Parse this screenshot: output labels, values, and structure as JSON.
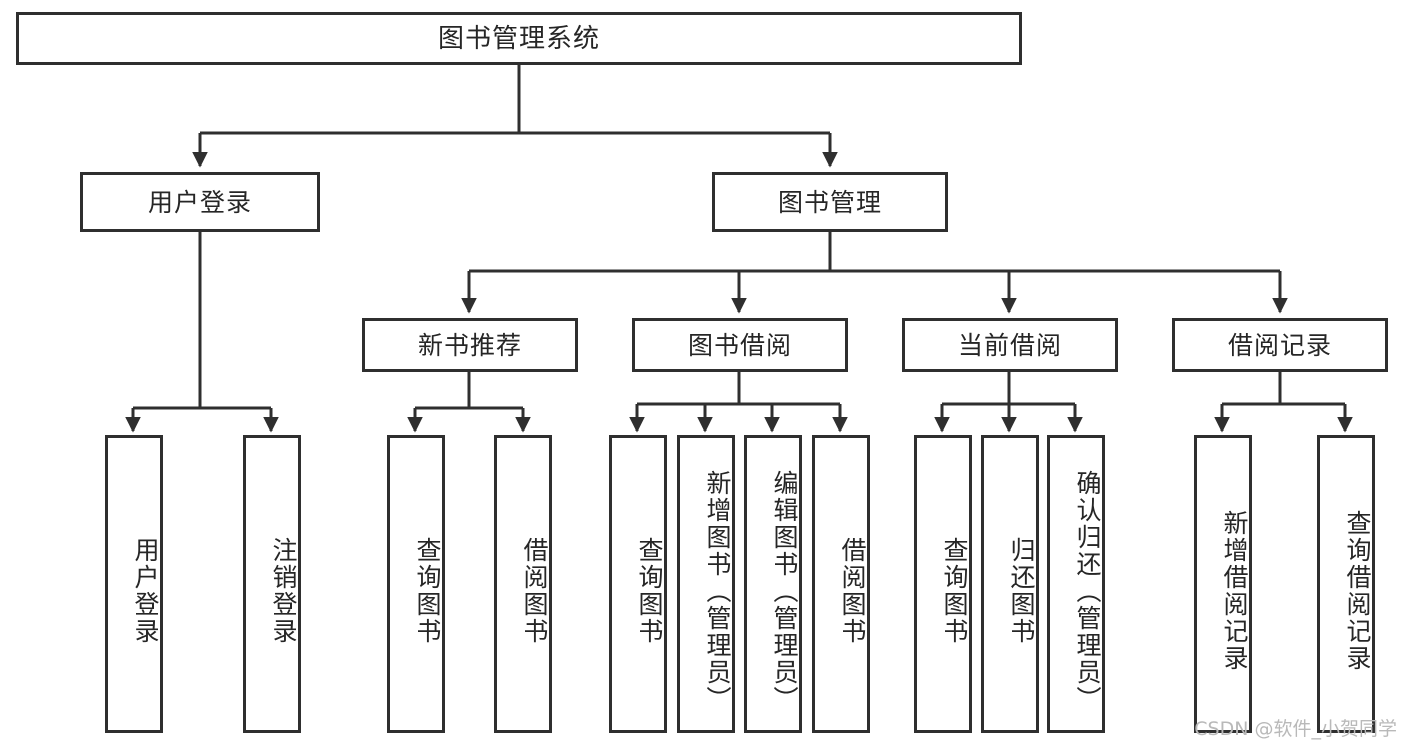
{
  "diagram": {
    "type": "tree",
    "title": "图书管理系统",
    "orientation": "top-down",
    "colors": {
      "box_border": "#2f2f2f",
      "box_fill": "#ffffff",
      "connector": "#2f2f2f",
      "text": "#262626",
      "watermark": "#b9b9b9",
      "background": "#ffffff"
    },
    "root": {
      "label": "图书管理系统"
    },
    "level2": [
      {
        "label": "用户登录"
      },
      {
        "label": "图书管理"
      }
    ],
    "level3": [
      {
        "label": "新书推荐"
      },
      {
        "label": "图书借阅"
      },
      {
        "label": "当前借阅"
      },
      {
        "label": "借阅记录"
      }
    ],
    "leaves": {
      "user_login": [
        {
          "label": "用户登录"
        },
        {
          "label": "注销登录"
        }
      ],
      "new_book_recommend": [
        {
          "label": "查询图书"
        },
        {
          "label": "借阅图书"
        }
      ],
      "book_borrow": [
        {
          "label": "查询图书"
        },
        {
          "label": "新增图书（管理员）"
        },
        {
          "label": "编辑图书（管理员）"
        },
        {
          "label": "借阅图书"
        }
      ],
      "current_borrow": [
        {
          "label": "查询图书"
        },
        {
          "label": "归还图书"
        },
        {
          "label": "确认归还（管理员）"
        }
      ],
      "borrow_record": [
        {
          "label": "新增借阅记录"
        },
        {
          "label": "查询借阅记录"
        }
      ]
    }
  },
  "watermark": {
    "text": "CSDN @软件_小贺同学"
  }
}
